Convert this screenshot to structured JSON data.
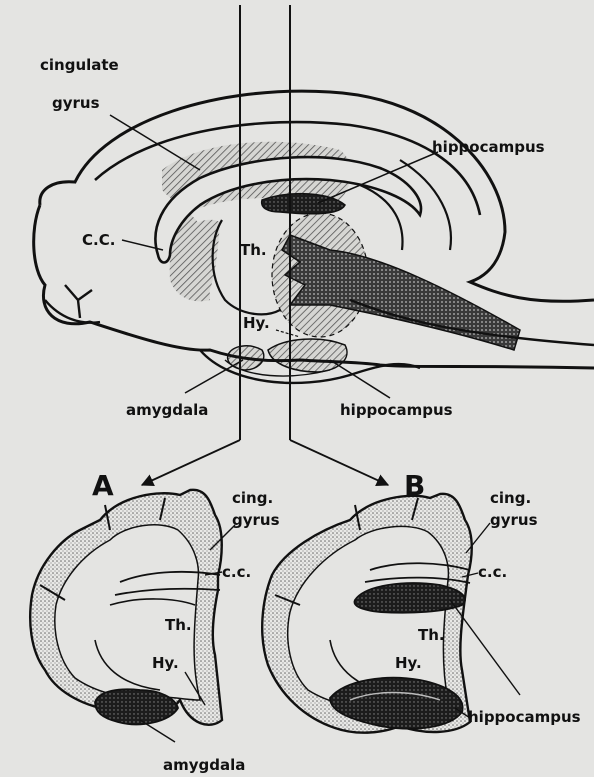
{
  "labels": {
    "cingulate": "cingulate",
    "gyrus": "gyrus",
    "hippocampus_top": "hippocampus",
    "cc_top": "C.C.",
    "th_top": "Th.",
    "hy_top": "Hy.",
    "amygdala_top": "amygdala",
    "hippocampus_mid": "hippocampus",
    "panel_a": "A",
    "panel_b": "B",
    "cing_a": "cing.",
    "gyrus_a": "gyrus",
    "cc_a": "c.c.",
    "th_a": "Th.",
    "hy_a": "Hy.",
    "amygdala_bottom": "amygdala",
    "cing_b": "cing.",
    "gyrus_b": "gyrus",
    "cc_b": "c.c.",
    "th_b": "Th.",
    "hy_b": "Hy.",
    "hippocampus_bottom": "hippocampus"
  }
}
